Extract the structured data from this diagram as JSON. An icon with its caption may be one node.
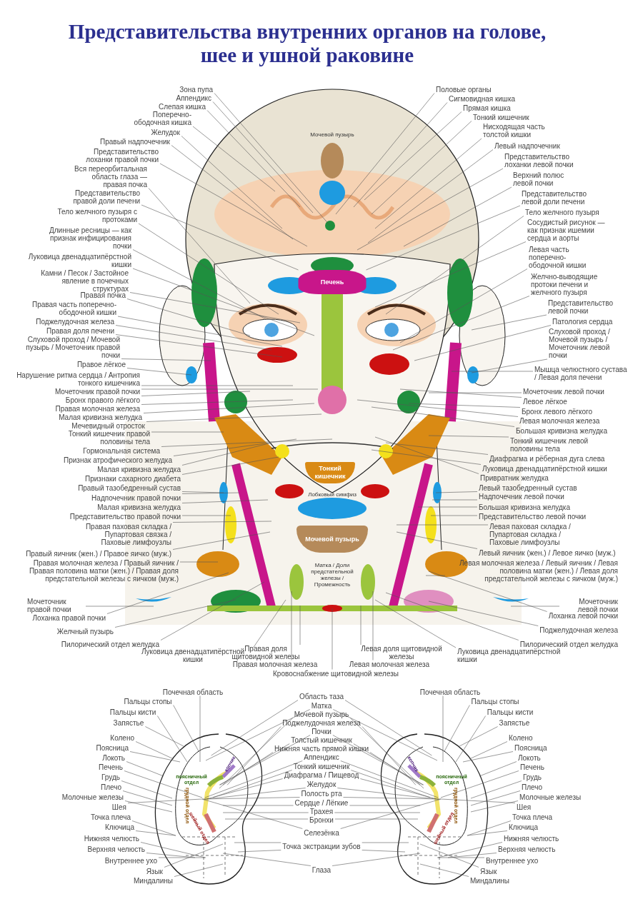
{
  "diagram": {
    "title": "Представительства внутренних органов на голове, шее и ушной раковине",
    "nodes": [
      {
        "text": [
          "Зона пупа"
        ]
      },
      {
        "text": [
          "Аппендикс"
        ]
      },
      {
        "text": [
          "Слепая кишка"
        ]
      },
      {
        "text": [
          "Поперечно-ободочная кишка"
        ]
      },
      {
        "text": [
          "Желудок"
        ]
      },
      {
        "text": [
          "Правый надпочечник"
        ]
      },
      {
        "text": [
          "Представительство лоханки правой почки"
        ]
      },
      {
        "text": [
          "Вся переорбитальная область глаза — правая почка"
        ]
      },
      {
        "text": [
          "Представительство правой доли печени"
        ]
      },
      {
        "text": [
          "Тело желчного пузыря с протоками"
        ]
      },
      {
        "text": [
          "Длинные ресницы — как признак инфицирования почки"
        ]
      },
      {
        "text": [
          "Луковица двенадцатипёрстной кишки"
        ]
      },
      {
        "text": [
          "Камни / Песок / Застойное явление в почечных структурах"
        ]
      },
      {
        "text": [
          "Правая почка"
        ]
      },
      {
        "text": [
          "Правая часть поперечно-ободочной кишки"
        ]
      },
      {
        "text": [
          "Поджелудочная железа"
        ]
      },
      {
        "text": [
          "Правая доля печени"
        ]
      },
      {
        "text": [
          "Слуховой проход / Мочевой пузырь / Мочеточник правой почки"
        ]
      },
      {
        "text": [
          "Правое лёгкое"
        ]
      },
      {
        "text": [
          "Нарушение ритма сердца / Антропия тонкого кишечника"
        ]
      },
      {
        "text": [
          "Мочеточник правой почки"
        ]
      },
      {
        "text": [
          "Бронх правого лёгкого"
        ]
      },
      {
        "text": [
          "Правая молочная железа"
        ]
      },
      {
        "text": [
          "Малая кривизна желудка"
        ]
      },
      {
        "text": [
          "Мечевидный отросток"
        ]
      },
      {
        "text": [
          "Тонкий кишечник правой половины тела"
        ]
      },
      {
        "text": [
          "Гормональная система"
        ]
      },
      {
        "text": [
          "Признак атрофического желудка"
        ]
      },
      {
        "text": [
          "Малая кривизна желудка"
        ]
      },
      {
        "text": [
          "Признаки сахарного диабета"
        ]
      },
      {
        "text": [
          "Правый тазобедренный сустав"
        ]
      },
      {
        "text": [
          "Надпочечник правой почки"
        ]
      },
      {
        "text": [
          "Малая кривизна желудка"
        ]
      },
      {
        "text": [
          "Представительство правой почки"
        ]
      },
      {
        "text": [
          "Правая паховая складка / Пупартовая связка / Паховые лимфоузлы"
        ]
      },
      {
        "text": [
          "Правый яичник (жен.) / Правое яичко (муж.)"
        ]
      },
      {
        "text": [
          "Правая молочная железа / Правый яичник / Правая половина матки (жен.) / Правая доля предстательной железы с яичком (муж.)"
        ]
      },
      {
        "text": [
          "Мочеточник правой почки"
        ]
      },
      {
        "text": [
          "Лоханка правой почки"
        ]
      },
      {
        "text": [
          "Желчный пузырь"
        ]
      },
      {
        "text": [
          "Пилорический отдел желудка"
        ]
      },
      {
        "text": [
          "Луковица двенадцатипёрстной кишки"
        ]
      },
      {
        "text": [
          "Правая доля щитовидной железы"
        ]
      },
      {
        "text": [
          "Правая молочная железа"
        ]
      },
      {
        "text": [
          "Кровоснабжение щитовидной железы"
        ]
      },
      {
        "text": [
          "Левая молочная железа"
        ]
      },
      {
        "text": [
          "Левая доля щитовидной железы"
        ]
      },
      {
        "text": [
          "Луковица двенадцатипёрстной кишки"
        ]
      },
      {
        "text": [
          "Половые органы"
        ]
      },
      {
        "text": [
          "Сигмовидная кишка"
        ]
      },
      {
        "text": [
          "Прямая кишка"
        ]
      },
      {
        "text": [
          "Тонкий кишечник"
        ]
      },
      {
        "text": [
          "Нисходящая часть толстой кишки"
        ]
      },
      {
        "text": [
          "Левый надпочечник"
        ]
      },
      {
        "text": [
          "Представительство лоханки левой почки"
        ]
      },
      {
        "text": [
          "Верхний полюс левой почки"
        ]
      },
      {
        "text": [
          "Представительство левой доли печени"
        ]
      },
      {
        "text": [
          "Тело желчного пузыря"
        ]
      },
      {
        "text": [
          "Сосудистый рисунок — как признак ишемии сердца и аорты"
        ]
      },
      {
        "text": [
          "Левая часть поперечно-ободочной кишки"
        ]
      },
      {
        "text": [
          "Желчно-выводящие протоки печени и желчного пузыря"
        ]
      },
      {
        "text": [
          "Представительство левой почки"
        ]
      },
      {
        "text": [
          "Патология сердца"
        ]
      },
      {
        "text": [
          "Слуховой проход / Мочевой пузырь / Мочеточник левой почки"
        ]
      },
      {
        "text": [
          "Мышца челюстного сустава / Левая доля печени"
        ]
      },
      {
        "text": [
          "Мочеточник левой почки"
        ]
      },
      {
        "text": [
          "Левое лёгкое"
        ]
      },
      {
        "text": [
          "Бронх левого лёгкого"
        ]
      },
      {
        "text": [
          "Левая молочная железа"
        ]
      },
      {
        "text": [
          "Большая кривизна желудка"
        ]
      },
      {
        "text": [
          "Тонкий кишечник левой половины тела"
        ]
      },
      {
        "text": [
          "Диафрагма и рёберная дуга слева"
        ]
      },
      {
        "text": [
          "Луковица двенадцатипёрстной кишки"
        ]
      },
      {
        "text": [
          "Привратник желудка"
        ]
      },
      {
        "text": [
          "Левый тазобедренный сустав"
        ]
      },
      {
        "text": [
          "Надпочечник левой почки"
        ]
      },
      {
        "text": [
          "Большая кривизна желудка"
        ]
      },
      {
        "text": [
          "Представительство левой почки"
        ]
      },
      {
        "text": [
          "Левая паховая складка / Пупартовая складка / Паховые лимфоузлы"
        ]
      },
      {
        "text": [
          "Левый яичник (жен.) / Левое яичко (муж.)"
        ]
      },
      {
        "text": [
          "Левая молочная железа / Левый яичник / Левая половина матки (жен.) / Левая доля предстательной железы с яичком (муж.)"
        ]
      },
      {
        "text": [
          "Мочеточник левой почки"
        ]
      },
      {
        "text": [
          "Лоханка левой почки"
        ]
      },
      {
        "text": [
          "Поджелудочная железа"
        ]
      },
      {
        "text": [
          "Пилорический отдел желудка"
        ]
      },
      {
        "text": [
          "Печень"
        ]
      },
      {
        "text": [
          "Тонкий кишечник"
        ]
      },
      {
        "text": [
          "Мочевой пузырь"
        ]
      },
      {
        "text": [
          "Почечная область"
        ]
      },
      {
        "text": [
          "Пальцы стопы"
        ]
      },
      {
        "text": [
          "Пальцы кисти"
        ]
      },
      {
        "text": [
          "Запястье"
        ]
      },
      {
        "text": [
          "Колено"
        ]
      },
      {
        "text": [
          "Поясница"
        ]
      },
      {
        "text": [
          "Локоть"
        ]
      },
      {
        "text": [
          "Печень"
        ]
      },
      {
        "text": [
          "Грудь"
        ]
      },
      {
        "text": [
          "Плечо"
        ]
      },
      {
        "text": [
          "Молочные железы"
        ]
      },
      {
        "text": [
          "Шея"
        ]
      },
      {
        "text": [
          "Точка плеча"
        ]
      },
      {
        "text": [
          "Ключица"
        ]
      },
      {
        "text": [
          "Нижняя челюсть"
        ]
      },
      {
        "text": [
          "Верхняя челюсть"
        ]
      },
      {
        "text": [
          "Внутреннее ухо"
        ]
      },
      {
        "text": [
          "Язык"
        ]
      },
      {
        "text": [
          "Миндалины"
        ]
      },
      {
        "text": [
          "Область таза"
        ]
      },
      {
        "text": [
          "Матка"
        ]
      },
      {
        "text": [
          "Мочевой пузырь"
        ]
      },
      {
        "text": [
          "Поджелудочная железа"
        ]
      },
      {
        "text": [
          "Почки"
        ]
      },
      {
        "text": [
          "Толстый кишечник"
        ]
      },
      {
        "text": [
          "Нижняя часть прямой кишки"
        ]
      },
      {
        "text": [
          "Аппендикс"
        ]
      },
      {
        "text": [
          "Тонкий кишечник"
        ]
      },
      {
        "text": [
          "Диафрагма / Пищевод"
        ]
      },
      {
        "text": [
          "Желудок"
        ]
      },
      {
        "text": [
          "Полость рта"
        ]
      },
      {
        "text": [
          "Сердце / Лёгкие"
        ]
      },
      {
        "text": [
          "Трахея"
        ]
      },
      {
        "text": [
          "Бронхи"
        ]
      },
      {
        "text": [
          "Селезёнка"
        ]
      },
      {
        "text": [
          "Точка экстракции зубов"
        ]
      },
      {
        "text": [
          "Глаза"
        ]
      },
      {
        "text": [
          "Почечная область"
        ]
      },
      {
        "text": [
          "Пальцы стопы"
        ]
      },
      {
        "text": [
          "Пальцы кисти"
        ]
      },
      {
        "text": [
          "Запястье"
        ]
      },
      {
        "text": [
          "Колено"
        ]
      },
      {
        "text": [
          "Поясница"
        ]
      },
      {
        "text": [
          "Локоть"
        ]
      },
      {
        "text": [
          "Печень"
        ]
      },
      {
        "text": [
          "Грудь"
        ]
      },
      {
        "text": [
          "Плечо"
        ]
      },
      {
        "text": [
          "Молочные железы"
        ]
      },
      {
        "text": [
          "Шея"
        ]
      },
      {
        "text": [
          "Точка плеча"
        ]
      },
      {
        "text": [
          "Ключица"
        ]
      },
      {
        "text": [
          "Нижняя челюсть"
        ]
      },
      {
        "text": [
          "Верхняя челюсть"
        ]
      },
      {
        "text": [
          "Внутреннее ухо"
        ]
      },
      {
        "text": [
          "Язык"
        ]
      },
      {
        "text": [
          "Миндалины"
        ]
      }
    ],
    "edges": [
      {
        "from": 0,
        "to": null,
        "arrow": "none"
      },
      {
        "from": 1,
        "to": null,
        "arrow": "none"
      },
      {
        "from": 2,
        "to": null,
        "arrow": "none"
      },
      {
        "from": 3,
        "to": null,
        "arrow": "none"
      },
      {
        "from": 4,
        "to": null,
        "arrow": "none"
      },
      {
        "from": 5,
        "to": null,
        "arrow": "none"
      },
      {
        "from": 6,
        "to": null,
        "arrow": "none"
      },
      {
        "from": 7,
        "to": null,
        "arrow": "none"
      },
      {
        "from": 8,
        "to": 85,
        "arrow": "none"
      },
      {
        "from": 9,
        "to": null,
        "arrow": "none"
      },
      {
        "from": 10,
        "to": null,
        "arrow": "none"
      },
      {
        "from": 11,
        "to": null,
        "arrow": "none"
      },
      {
        "from": 12,
        "to": null,
        "arrow": "none"
      },
      {
        "from": 13,
        "to": null,
        "arrow": "none"
      },
      {
        "from": 14,
        "to": null,
        "arrow": "none"
      },
      {
        "from": 15,
        "to": null,
        "arrow": "none"
      },
      {
        "from": 16,
        "to": null,
        "arrow": "none"
      },
      {
        "from": 17,
        "to": null,
        "arrow": "none"
      },
      {
        "from": 18,
        "to": null,
        "arrow": "none"
      },
      {
        "from": 19,
        "to": null,
        "arrow": "none"
      },
      {
        "from": 20,
        "to": null,
        "arrow": "none"
      },
      {
        "from": 21,
        "to": null,
        "arrow": "none"
      },
      {
        "from": 22,
        "to": null,
        "arrow": "none"
      },
      {
        "from": 23,
        "to": null,
        "arrow": "none"
      },
      {
        "from": 24,
        "to": null,
        "arrow": "none"
      },
      {
        "from": 25,
        "to": null,
        "arrow": "none"
      },
      {
        "from": 26,
        "to": null,
        "arrow": "none"
      },
      {
        "from": 27,
        "to": null,
        "arrow": "none"
      },
      {
        "from": 28,
        "to": null,
        "arrow": "none"
      },
      {
        "from": 29,
        "to": null,
        "arrow": "none"
      },
      {
        "from": 30,
        "to": null,
        "arrow": "none"
      },
      {
        "from": 31,
        "to": null,
        "arrow": "none"
      },
      {
        "from": 32,
        "to": null,
        "arrow": "none"
      },
      {
        "from": 33,
        "to": null,
        "arrow": "none"
      },
      {
        "from": 34,
        "to": null,
        "arrow": "none"
      },
      {
        "from": 35,
        "to": null,
        "arrow": "none"
      },
      {
        "from": 36,
        "to": null,
        "arrow": "none"
      },
      {
        "from": 37,
        "to": null,
        "arrow": "none"
      },
      {
        "from": 38,
        "to": null,
        "arrow": "none"
      },
      {
        "from": 39,
        "to": null,
        "arrow": "none"
      },
      {
        "from": 40,
        "to": null,
        "arrow": "none"
      },
      {
        "from": 41,
        "to": null,
        "arrow": "none"
      },
      {
        "from": 42,
        "to": null,
        "arrow": "none"
      },
      {
        "from": 43,
        "to": null,
        "arrow": "none"
      },
      {
        "from": 44,
        "to": null,
        "arrow": "none"
      },
      {
        "from": 45,
        "to": null,
        "arrow": "none"
      },
      {
        "from": 46,
        "to": null,
        "arrow": "none"
      },
      {
        "from": 47,
        "to": null,
        "arrow": "none"
      },
      {
        "from": 48,
        "to": null,
        "arrow": "none"
      },
      {
        "from": 49,
        "to": null,
        "arrow": "none"
      },
      {
        "from": 50,
        "to": null,
        "arrow": "none"
      },
      {
        "from": 51,
        "to": null,
        "arrow": "none"
      },
      {
        "from": 52,
        "to": null,
        "arrow": "none"
      },
      {
        "from": 53,
        "to": null,
        "arrow": "none"
      },
      {
        "from": 54,
        "to": null,
        "arrow": "none"
      },
      {
        "from": 55,
        "to": null,
        "arrow": "none"
      },
      {
        "from": 56,
        "to": 85,
        "arrow": "none"
      },
      {
        "from": 57,
        "to": null,
        "arrow": "none"
      },
      {
        "from": 58,
        "to": null,
        "arrow": "none"
      },
      {
        "from": 59,
        "to": null,
        "arrow": "none"
      },
      {
        "from": 60,
        "to": null,
        "arrow": "none"
      },
      {
        "from": 61,
        "to": null,
        "arrow": "none"
      },
      {
        "from": 62,
        "to": null,
        "arrow": "none"
      },
      {
        "from": 63,
        "to": null,
        "arrow": "none"
      },
      {
        "from": 64,
        "to": null,
        "arrow": "none"
      },
      {
        "from": 65,
        "to": null,
        "arrow": "none"
      },
      {
        "from": 66,
        "to": null,
        "arrow": "none"
      },
      {
        "from": 67,
        "to": null,
        "arrow": "none"
      },
      {
        "from": 68,
        "to": null,
        "arrow": "none"
      },
      {
        "from": 69,
        "to": null,
        "arrow": "none"
      },
      {
        "from": 70,
        "to": null,
        "arrow": "none"
      },
      {
        "from": 71,
        "to": null,
        "arrow": "none"
      },
      {
        "from": 72,
        "to": null,
        "arrow": "none"
      },
      {
        "from": 73,
        "to": null,
        "arrow": "none"
      },
      {
        "from": 74,
        "to": null,
        "arrow": "none"
      },
      {
        "from": 75,
        "to": null,
        "arrow": "none"
      },
      {
        "from": 76,
        "to": null,
        "arrow": "none"
      },
      {
        "from": 77,
        "to": null,
        "arrow": "none"
      },
      {
        "from": 78,
        "to": null,
        "arrow": "none"
      },
      {
        "from": 79,
        "to": null,
        "arrow": "none"
      },
      {
        "from": 80,
        "to": null,
        "arrow": "none"
      },
      {
        "from": 81,
        "to": null,
        "arrow": "none"
      },
      {
        "from": 82,
        "to": null,
        "arrow": "none"
      },
      {
        "from": 83,
        "to": null,
        "arrow": "none"
      },
      {
        "from": 84,
        "to": null,
        "arrow": "none"
      },
      {
        "from": 88,
        "to": null,
        "arrow": "none"
      },
      {
        "from": 89,
        "to": null,
        "arrow": "none"
      },
      {
        "from": 90,
        "to": null,
        "arrow": "none"
      },
      {
        "from": 91,
        "to": null,
        "arrow": "none"
      },
      {
        "from": 92,
        "to": null,
        "arrow": "none"
      },
      {
        "from": 93,
        "to": null,
        "arrow": "none"
      },
      {
        "from": 94,
        "to": null,
        "arrow": "none"
      },
      {
        "from": 95,
        "to": null,
        "arrow": "none"
      },
      {
        "from": 96,
        "to": null,
        "arrow": "none"
      },
      {
        "from": 97,
        "to": null,
        "arrow": "none"
      },
      {
        "from": 98,
        "to": null,
        "arrow": "none"
      },
      {
        "from": 99,
        "to": null,
        "arrow": "none"
      },
      {
        "from": 100,
        "to": null,
        "arrow": "none"
      },
      {
        "from": 101,
        "to": null,
        "arrow": "none"
      },
      {
        "from": 102,
        "to": null,
        "arrow": "none"
      },
      {
        "from": 103,
        "to": null,
        "arrow": "none"
      },
      {
        "from": 104,
        "to": null,
        "arrow": "none"
      },
      {
        "from": 105,
        "to": null,
        "arrow": "none"
      },
      {
        "from": 106,
        "to": null,
        "arrow": "none"
      },
      {
        "from": 107,
        "to": null,
        "arrow": "none"
      },
      {
        "from": 107,
        "to": null,
        "arrow": "none"
      },
      {
        "from": 108,
        "to": null,
        "arrow": "none"
      },
      {
        "from": 108,
        "to": null,
        "arrow": "none"
      },
      {
        "from": 109,
        "to": null,
        "arrow": "none"
      },
      {
        "from": 109,
        "to": null,
        "arrow": "none"
      },
      {
        "from": 110,
        "to": null,
        "arrow": "none"
      },
      {
        "from": 110,
        "to": null,
        "arrow": "none"
      },
      {
        "from": 111,
        "to": null,
        "arrow": "none"
      },
      {
        "from": 111,
        "to": null,
        "arrow": "none"
      },
      {
        "from": 112,
        "to": null,
        "arrow": "none"
      },
      {
        "from": 112,
        "to": null,
        "arrow": "none"
      },
      {
        "from": 113,
        "to": null,
        "arrow": "none"
      },
      {
        "from": 113,
        "to": null,
        "arrow": "none"
      },
      {
        "from": 114,
        "to": null,
        "arrow": "none"
      },
      {
        "from": 114,
        "to": null,
        "arrow": "none"
      },
      {
        "from": 115,
        "to": null,
        "arrow": "none"
      },
      {
        "from": 115,
        "to": null,
        "arrow": "none"
      },
      {
        "from": 116,
        "to": null,
        "arrow": "none"
      },
      {
        "from": 116,
        "to": null,
        "arrow": "none"
      },
      {
        "from": 117,
        "to": null,
        "arrow": "none"
      },
      {
        "from": 117,
        "to": null,
        "arrow": "none"
      },
      {
        "from": 118,
        "to": null,
        "arrow": "none"
      },
      {
        "from": 118,
        "to": null,
        "arrow": "none"
      },
      {
        "from": 119,
        "to": null,
        "arrow": "none"
      },
      {
        "from": 119,
        "to": null,
        "arrow": "none"
      },
      {
        "from": 120,
        "to": null,
        "arrow": "none"
      },
      {
        "from": 120,
        "to": null,
        "arrow": "none"
      },
      {
        "from": 121,
        "to": null,
        "arrow": "none"
      },
      {
        "from": 121,
        "to": null,
        "arrow": "none"
      },
      {
        "from": 122,
        "to": null,
        "arrow": "none"
      },
      {
        "from": 122,
        "to": null,
        "arrow": "none"
      },
      {
        "from": 123,
        "to": null,
        "arrow": "none"
      },
      {
        "from": 123,
        "to": null,
        "arrow": "none"
      },
      {
        "from": 123,
        "to": null,
        "arrow": "none"
      },
      {
        "from": 123,
        "to": null,
        "arrow": "none"
      },
      {
        "from": 124,
        "to": null,
        "arrow": "none"
      },
      {
        "from": 124,
        "to": null,
        "arrow": "none"
      },
      {
        "from": 125,
        "to": null,
        "arrow": "none"
      },
      {
        "from": 126,
        "to": null,
        "arrow": "none"
      },
      {
        "from": 127,
        "to": null,
        "arrow": "none"
      },
      {
        "from": 128,
        "to": null,
        "arrow": "none"
      },
      {
        "from": 129,
        "to": null,
        "arrow": "none"
      },
      {
        "from": 130,
        "to": null,
        "arrow": "none"
      },
      {
        "from": 131,
        "to": null,
        "arrow": "none"
      },
      {
        "from": 132,
        "to": null,
        "arrow": "none"
      },
      {
        "from": 133,
        "to": null,
        "arrow": "none"
      },
      {
        "from": 134,
        "to": null,
        "arrow": "none"
      },
      {
        "from": 135,
        "to": null,
        "arrow": "none"
      },
      {
        "from": 136,
        "to": null,
        "arrow": "none"
      },
      {
        "from": 137,
        "to": null,
        "arrow": "none"
      },
      {
        "from": 138,
        "to": null,
        "arrow": "none"
      },
      {
        "from": 139,
        "to": null,
        "arrow": "none"
      },
      {
        "from": 140,
        "to": null,
        "arrow": "none"
      },
      {
        "from": 141,
        "to": null,
        "arrow": "none"
      },
      {
        "from": 142,
        "to": null,
        "arrow": "none"
      },
      {
        "from": 143,
        "to": null,
        "arrow": "none"
      }
    ],
    "labels": [
      "Мочевой пузырь",
      "Лобковый симфиз",
      "Матка / Доли предстательной железы / Промежность",
      "копчик",
      "поясничный отдел",
      "грудной отдел",
      "шейный отдел",
      "копчик",
      "поясничный отдел",
      "грудной отдел",
      "шейный отдел"
    ]
  }
}
